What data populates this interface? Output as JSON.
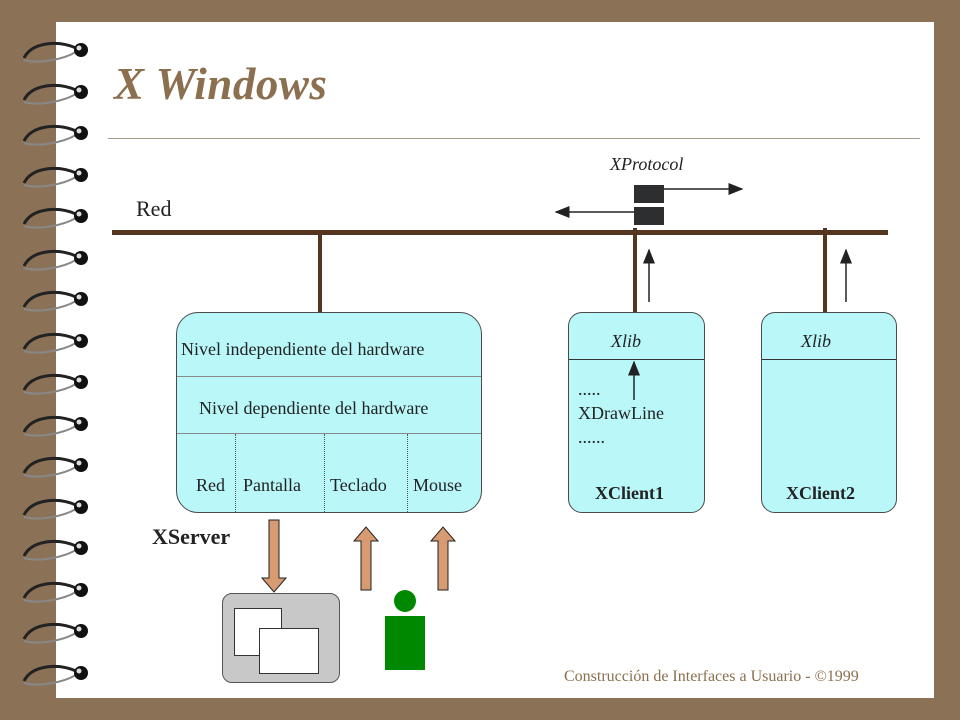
{
  "title": "X Windows",
  "network_label": "Red",
  "protocol_label": "XProtocol",
  "server": {
    "label": "XServer",
    "layer_independent": "Nivel independiente del hardware",
    "layer_dependent": "Nivel dependiente del hardware",
    "drivers": [
      "Red",
      "Pantalla",
      "Teclado",
      "Mouse"
    ]
  },
  "client1": {
    "lib": "Xlib",
    "code_lines": [
      ".....",
      "XDrawLine",
      "......"
    ],
    "name": "XClient1"
  },
  "client2": {
    "lib": "Xlib",
    "name": "XClient2"
  },
  "footer": "Construcción de Interfaces a Usuario - ©1999",
  "colors": {
    "background": "#8b7257",
    "title": "#8b6f4e",
    "network": "#54351f",
    "box_fill": "#b9f7f9",
    "arrow_fill": "#d79b72",
    "user": "#008800"
  }
}
